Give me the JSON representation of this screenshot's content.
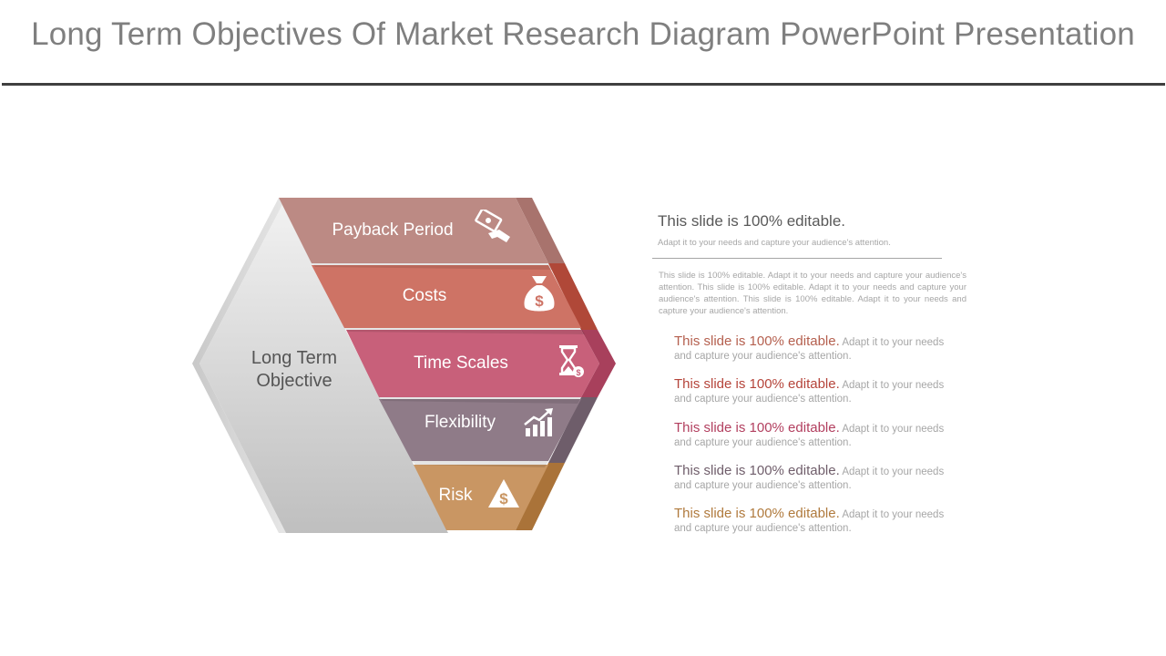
{
  "title": "Long Term Objectives Of Market Research Diagram PowerPoint Presentation",
  "center_label": "Long Term Objective",
  "segments": [
    {
      "label": "Payback Period",
      "icon": "money-hand-icon",
      "color": "#bc8a84"
    },
    {
      "label": "Costs",
      "icon": "money-bag-icon",
      "color": "#ce7365"
    },
    {
      "label": "Time Scales",
      "icon": "hourglass-icon",
      "color": "#c8607a"
    },
    {
      "label": "Flexibility",
      "icon": "growth-chart-icon",
      "color": "#8f7b88"
    },
    {
      "label": "Risk",
      "icon": "warning-dollar-icon",
      "color": "#c99663"
    }
  ],
  "intro": {
    "heading": "This slide is 100% editable.",
    "subheading": "Adapt it to your needs and capture your audience's attention.",
    "body": "This slide is 100% editable. Adapt it to your needs and capture your audience's attention. This slide is 100% editable. Adapt it to your needs and capture your audience's attention. This slide is 100% editable. Adapt it to your needs and capture your audience's attention."
  },
  "items": [
    {
      "lead": "This slide is 100% editable.",
      "text": "Adapt it to your needs and capture your audience's attention.",
      "color": "#b5604f"
    },
    {
      "lead": "This slide is 100% editable.",
      "text": "Adapt it to your needs and capture your audience's attention.",
      "color": "#b5443a"
    },
    {
      "lead": "This slide is 100% editable.",
      "text": "Adapt it to your needs and capture your audience's attention.",
      "color": "#b23f5f"
    },
    {
      "lead": "This slide is 100% editable.",
      "text": "Adapt it to your needs and capture your audience's attention.",
      "color": "#705e6b"
    },
    {
      "lead": "This slide is 100% editable.",
      "text": "Adapt it to your needs and capture your audience's attention.",
      "color": "#b07a3d"
    }
  ]
}
